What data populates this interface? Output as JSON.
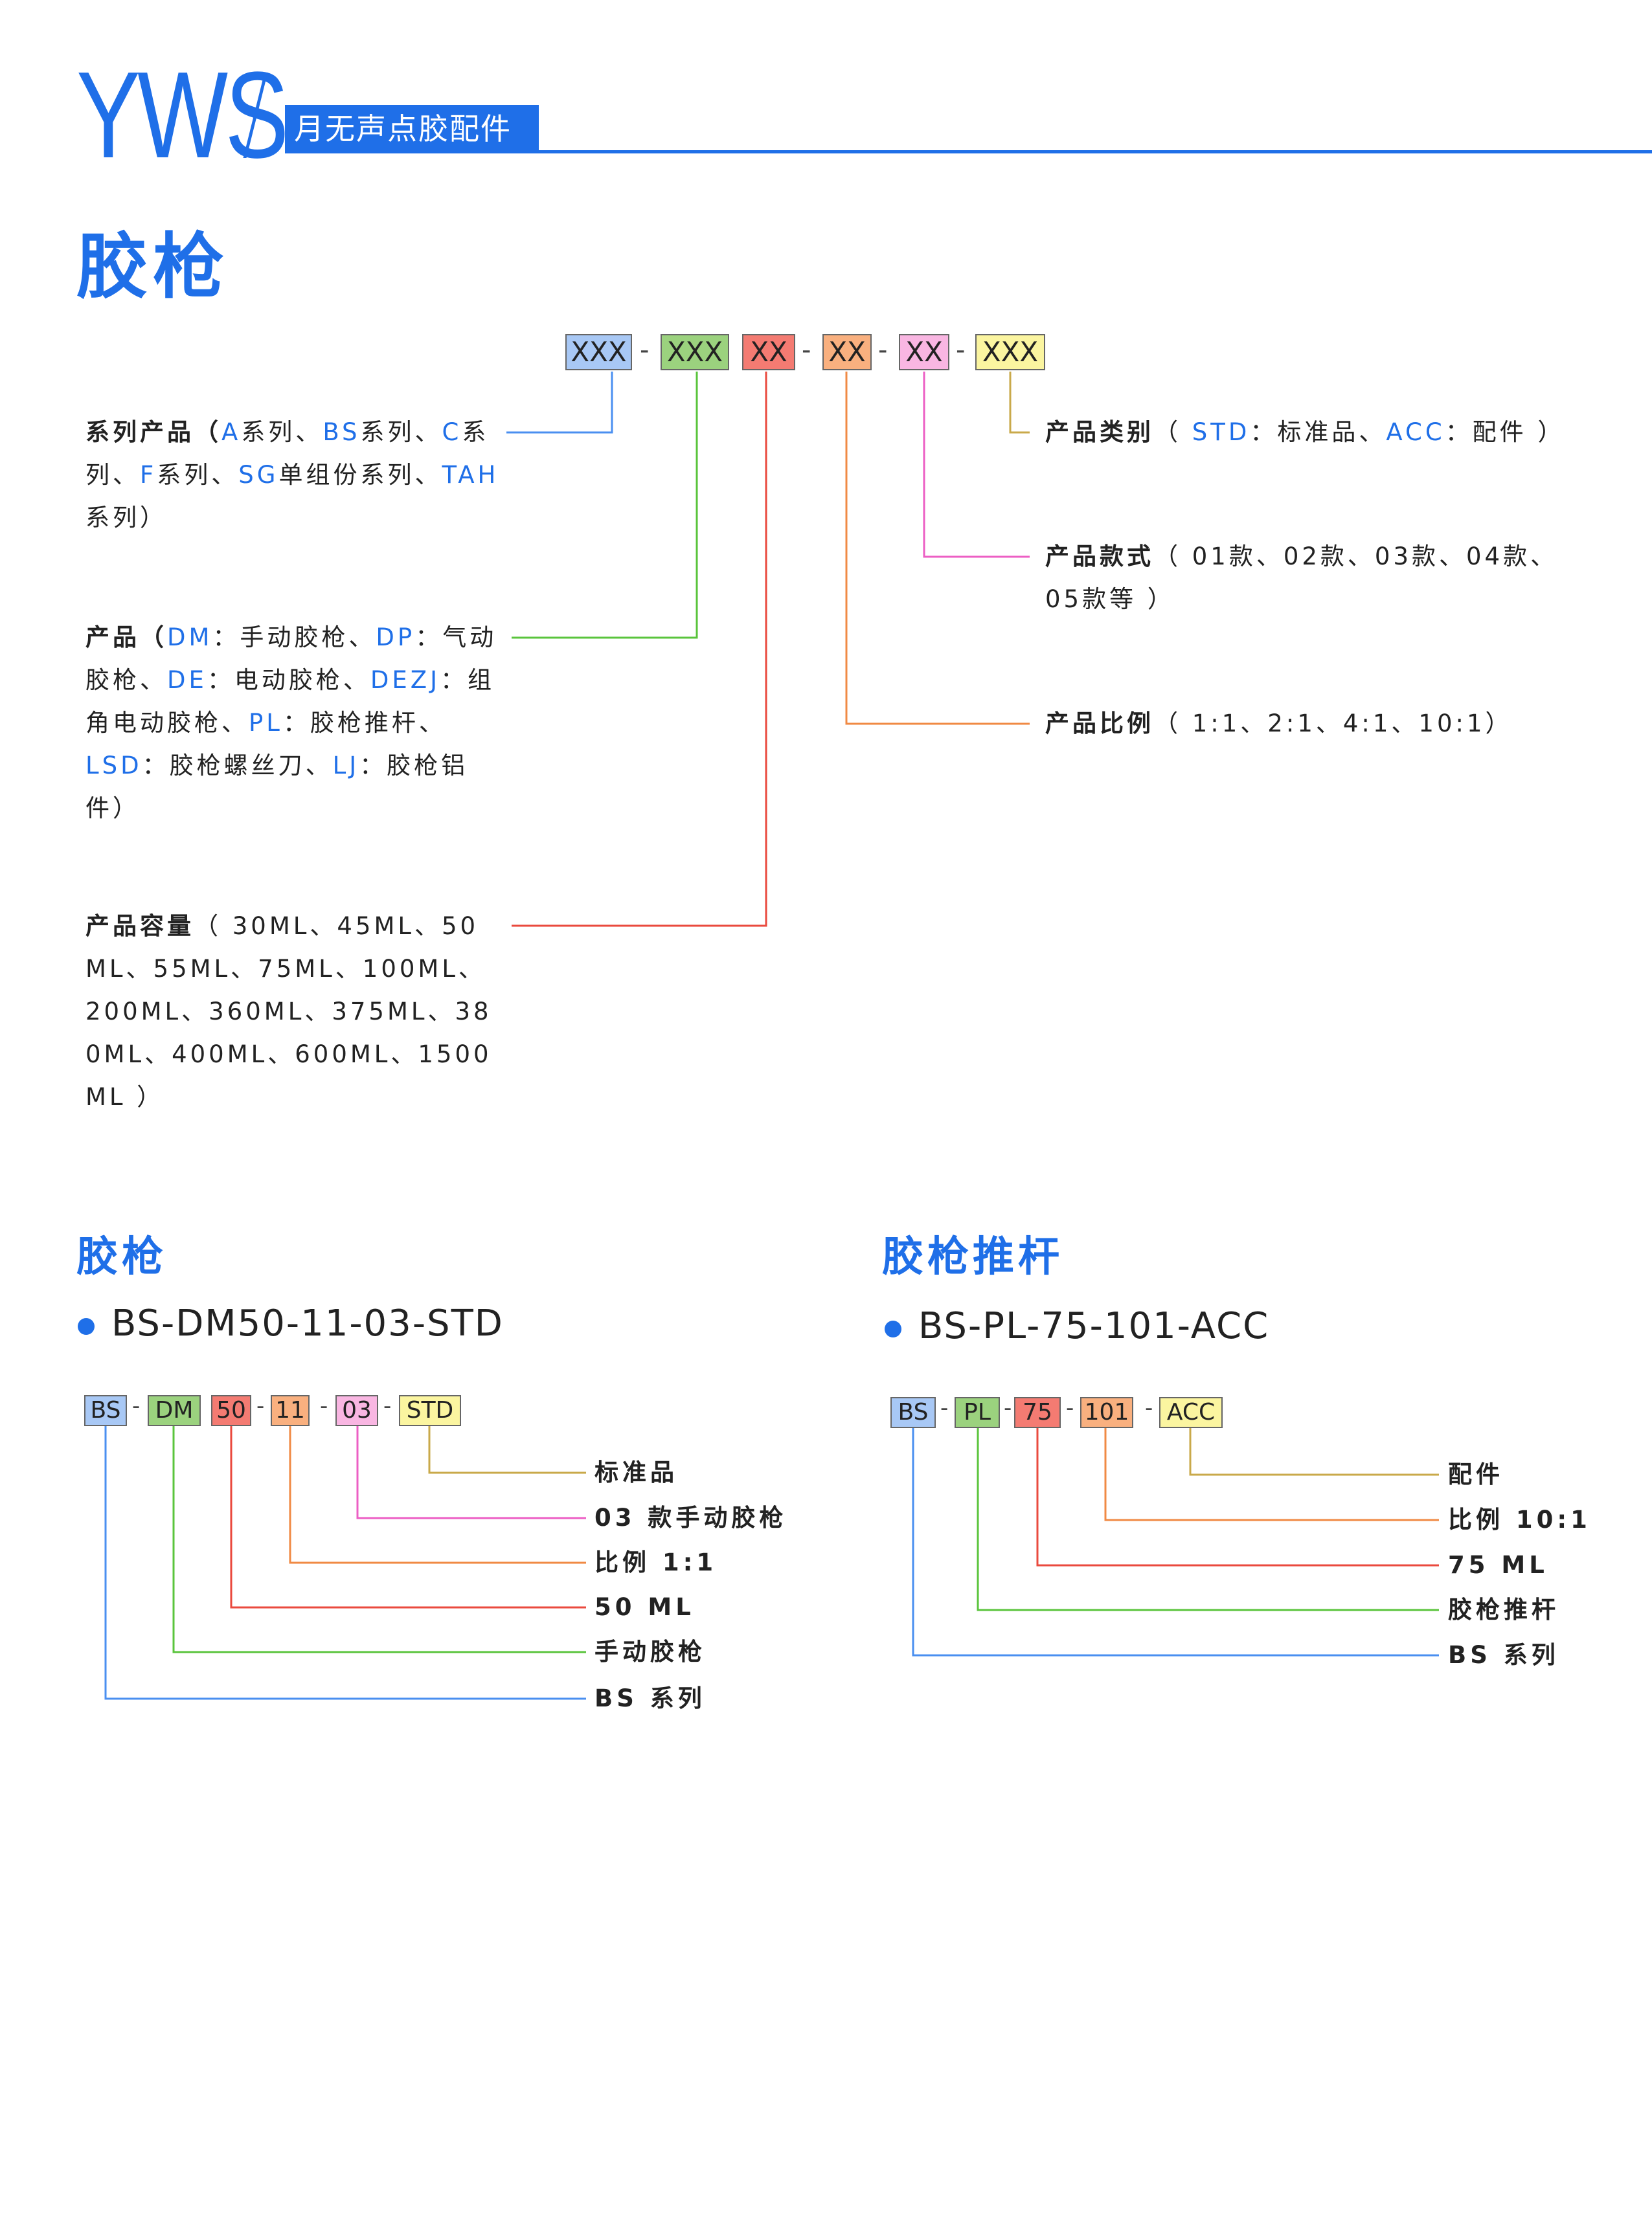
{
  "header": {
    "brand": "YWS",
    "tag": "月无声点胶配件"
  },
  "title": "胶枪",
  "code_template": [
    "XXX",
    "XXX",
    "XX",
    "XX",
    "XX",
    "XXX"
  ],
  "colors": {
    "accent": "#1f6fe8",
    "blue_box": "#a8c8f5",
    "green_box": "#9bd27e",
    "red_box": "#f47b72",
    "orange_box": "#f9b07f",
    "pink_box": "#f9b6e2",
    "yellow_box": "#fbf5a0"
  },
  "descriptions": {
    "series": {
      "label": "系列产品（",
      "p1": "A",
      "t1": "系列、",
      "p2": "BS",
      "t2": "系列、",
      "p3": "C",
      "t3": "系列、",
      "p4": "F",
      "t4": "系列、",
      "p5": "SG",
      "t5": "单组份系列、",
      "p6": "TAH",
      "t6": "系列）"
    },
    "product": {
      "label": "产品（",
      "p1": "DM",
      "t1": "：手动胶枪、",
      "p2": "DP",
      "t2": "：气动胶枪、",
      "p3": "DE",
      "t3": "：电动胶枪、",
      "p4": "DEZJ",
      "t4": "：组角电动胶枪、",
      "p5": "PL",
      "t5": "：胶枪推杆、",
      "p6": "LSD",
      "t6": "：胶枪螺丝刀、",
      "p7": "LJ",
      "t7": "：胶枪铝件）"
    },
    "capacity": {
      "label": "产品容量",
      "l1": "（ 30ML、45ML、50",
      "l2": "ML、55ML、75ML、100ML、",
      "l3": "200ML、360ML、375ML、38",
      "l4": "0ML、400ML、600ML、1500",
      "l5": "ML ）"
    },
    "category": {
      "label": "产品类别",
      "t0": "（ ",
      "p1": "STD",
      "t1": "：标准品、",
      "p2": "ACC",
      "t2": "：配件 ）"
    },
    "style": {
      "label": "产品款式",
      "l1": "（ 01款、02款、03款、04款、",
      "l2": "05款等 ）"
    },
    "ratio": {
      "label": "产品比例",
      "l1": "（ 1:1、2:1、4:1、10:1）"
    }
  },
  "example1": {
    "heading": "胶枪",
    "code": "BS-DM50-11-03-STD",
    "boxes": [
      "BS",
      "DM",
      "50",
      "11",
      "03",
      "STD"
    ],
    "labels": [
      "标准品",
      "03 款手动胶枪",
      "比例 1:1",
      "50 ML",
      "手动胶枪",
      "BS 系列"
    ]
  },
  "example2": {
    "heading": "胶枪推杆",
    "code": "BS-PL-75-101-ACC",
    "boxes": [
      "BS",
      "PL",
      "75",
      "101",
      "ACC"
    ],
    "labels": [
      "配件",
      "比例 10:1",
      "75 ML",
      "胶枪推杆",
      "BS 系列"
    ]
  }
}
